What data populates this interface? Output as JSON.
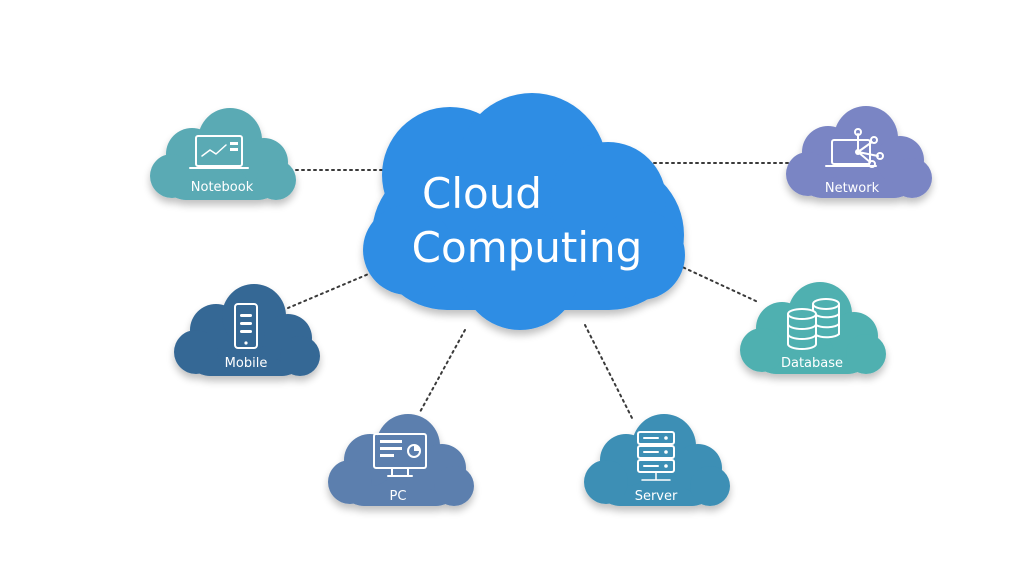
{
  "center": {
    "line1": "Cloud",
    "line2": "Computing",
    "color": "#2f8de4"
  },
  "nodes": {
    "notebook": {
      "label": "Notebook",
      "color": "#5aaab4",
      "icon": "laptop-icon"
    },
    "mobile": {
      "label": "Mobile",
      "color": "#356795",
      "icon": "smartphone-icon"
    },
    "pc": {
      "label": "PC",
      "color": "#5b7fae",
      "icon": "monitor-icon"
    },
    "server": {
      "label": "Server",
      "color": "#3c8fb5",
      "icon": "server-rack-icon"
    },
    "database": {
      "label": "Database",
      "color": "#4fb0b0",
      "icon": "database-icon"
    },
    "network": {
      "label": "Network",
      "color": "#7a85c4",
      "icon": "network-laptop-icon"
    }
  },
  "connectors": [
    {
      "from": "center",
      "to": "notebook"
    },
    {
      "from": "center",
      "to": "mobile"
    },
    {
      "from": "center",
      "to": "pc"
    },
    {
      "from": "center",
      "to": "server"
    },
    {
      "from": "center",
      "to": "database"
    },
    {
      "from": "center",
      "to": "network"
    }
  ]
}
